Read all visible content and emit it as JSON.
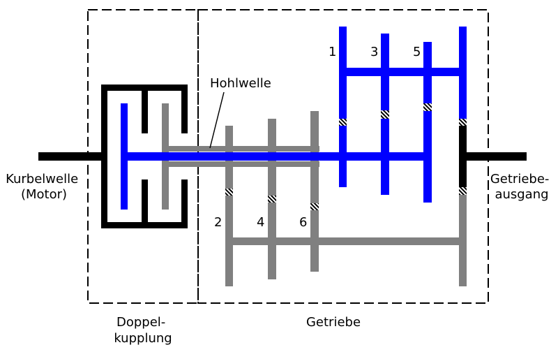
{
  "labels": {
    "crankshaft": [
      "Kurbelwelle",
      "(Motor)"
    ],
    "output": [
      "Getriebe-",
      "ausgang"
    ],
    "hollow_shaft": "Hohlwelle",
    "dual_clutch": [
      "Doppel-",
      "kupplung"
    ],
    "gearbox": "Getriebe"
  },
  "gears": {
    "odd": [
      "1",
      "3",
      "5"
    ],
    "even": [
      "2",
      "4",
      "6"
    ]
  },
  "colors": {
    "odd_path": "#0000ff",
    "even_path": "#808080",
    "housing": "#000000",
    "background": "#ffffff"
  }
}
